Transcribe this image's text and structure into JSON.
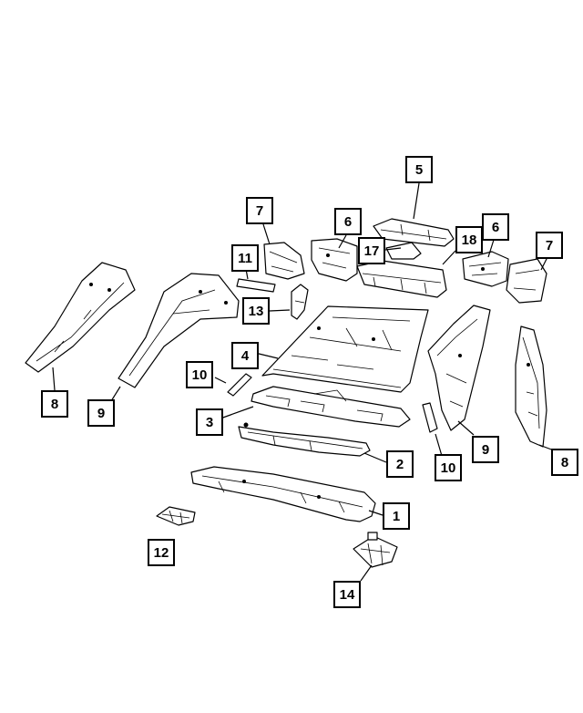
{
  "callouts": [
    {
      "id": "c1",
      "label": "1"
    },
    {
      "id": "c2",
      "label": "2"
    },
    {
      "id": "c3",
      "label": "3"
    },
    {
      "id": "c4",
      "label": "4"
    },
    {
      "id": "c5",
      "label": "5"
    },
    {
      "id": "c6a",
      "label": "6"
    },
    {
      "id": "c6b",
      "label": "6"
    },
    {
      "id": "c7a",
      "label": "7"
    },
    {
      "id": "c7b",
      "label": "7"
    },
    {
      "id": "c8a",
      "label": "8"
    },
    {
      "id": "c8b",
      "label": "8"
    },
    {
      "id": "c9a",
      "label": "9"
    },
    {
      "id": "c9b",
      "label": "9"
    },
    {
      "id": "c10a",
      "label": "10"
    },
    {
      "id": "c10b",
      "label": "10"
    },
    {
      "id": "c11",
      "label": "11"
    },
    {
      "id": "c12",
      "label": "12"
    },
    {
      "id": "c13",
      "label": "13"
    },
    {
      "id": "c14",
      "label": "14"
    },
    {
      "id": "c17",
      "label": "17"
    },
    {
      "id": "c18",
      "label": "18"
    }
  ],
  "colors": {
    "line": "#000000",
    "background": "#ffffff"
  }
}
